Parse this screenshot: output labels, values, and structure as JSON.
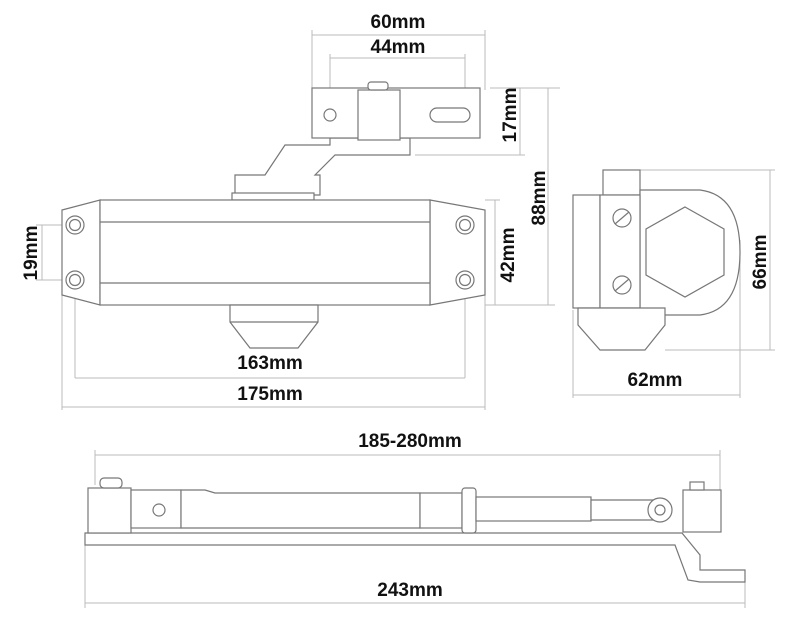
{
  "title": "Door closer dimension drawing",
  "dimensions": {
    "bracket_width": "60mm",
    "bracket_hole_spacing": "44mm",
    "bracket_height": "17mm",
    "total_height": "88mm",
    "body_height": "42mm",
    "hole_vertical_spacing": "19mm",
    "hole_horizontal_spacing": "163mm",
    "body_length": "175mm",
    "side_height": "66mm",
    "side_depth": "62mm",
    "arm_adjustable_length": "185-280mm",
    "arm_total_length": "243mm"
  },
  "colors": {
    "line": "#777777",
    "dimension_line": "#bbbbbb",
    "text": "#111111"
  }
}
